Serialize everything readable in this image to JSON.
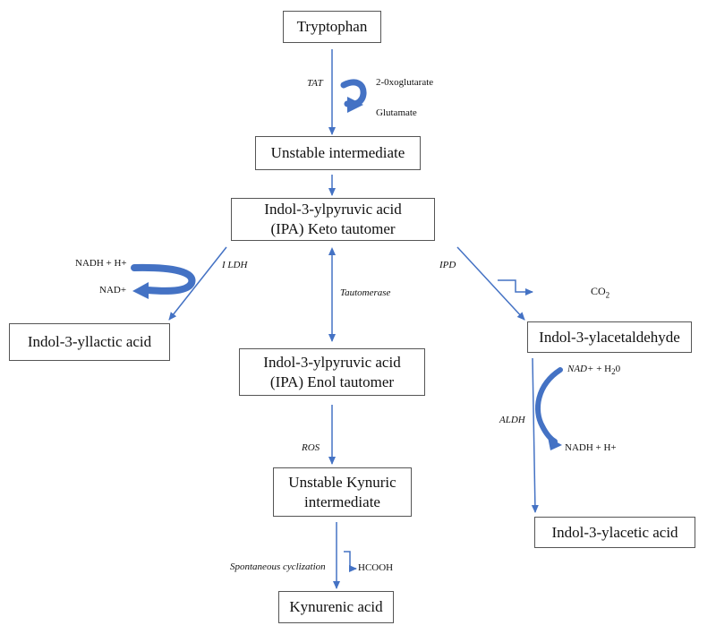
{
  "colors": {
    "arrow": "#4472c4",
    "box_border": "#555555",
    "text": "#111111"
  },
  "boxes": {
    "tryptophan": "Tryptophan",
    "unstable_intermediate": "Unstable intermediate",
    "ipa_keto": [
      "Indol-3-ylpyruvic acid",
      "(IPA) Keto tautomer"
    ],
    "indole_lactic": "Indol-3-yllactic acid",
    "ipa_enol": [
      "Indol-3-ylpyruvic acid",
      "(IPA) Enol tautomer"
    ],
    "indole_acetaldehyde": "Indol-3-ylacetaldehyde",
    "unstable_kynuric": [
      "Unstable Kynuric",
      "intermediate"
    ],
    "indole_acetic": "Indol-3-ylacetic acid",
    "kynurenic": "Kynurenic acid"
  },
  "enzymes": {
    "tat": "TAT",
    "ildh": "I LDH",
    "ipd": "IPD",
    "tautomerase": "Tautomerase",
    "aldh": "ALDH",
    "ros": "ROS",
    "spontaneous": "Spontaneous cyclization"
  },
  "cofactors": {
    "oxoglutarate": "2-0xoglutarate",
    "glutamate": "Glutamate",
    "nadh_in": "NADH + H+",
    "nad_out": "NAD+",
    "co2": "CO",
    "co2_sub": "2",
    "nad_in_prefix": "NAD+",
    "nad_in_rest": " + H",
    "nad_in_sub": "2",
    "nad_in_suffix": "0",
    "nadh_out": "NADH + H+",
    "hcooh": "HCOOH"
  }
}
